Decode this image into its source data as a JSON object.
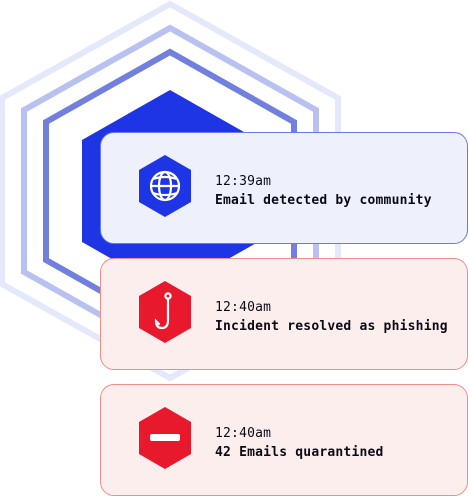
{
  "colors": {
    "brand_blue": "#1e35e6",
    "hex_ring_outer": "#e4e8fb",
    "hex_ring_mid": "#b9c1f1",
    "hex_ring_inner": "#7180de",
    "alert_red": "#e8192c",
    "card_blue_bg": "#eef0fb",
    "card_red_bg": "#fdeeee"
  },
  "events": [
    {
      "time": "12:39am",
      "message": "Email detected by community",
      "icon": "globe-icon",
      "tone": "blue"
    },
    {
      "time": "12:40am",
      "message": "Incident resolved as phishing",
      "icon": "fishhook-icon",
      "tone": "red"
    },
    {
      "time": "12:40am",
      "message": "42 Emails quarantined",
      "icon": "minus-icon",
      "tone": "red"
    }
  ]
}
